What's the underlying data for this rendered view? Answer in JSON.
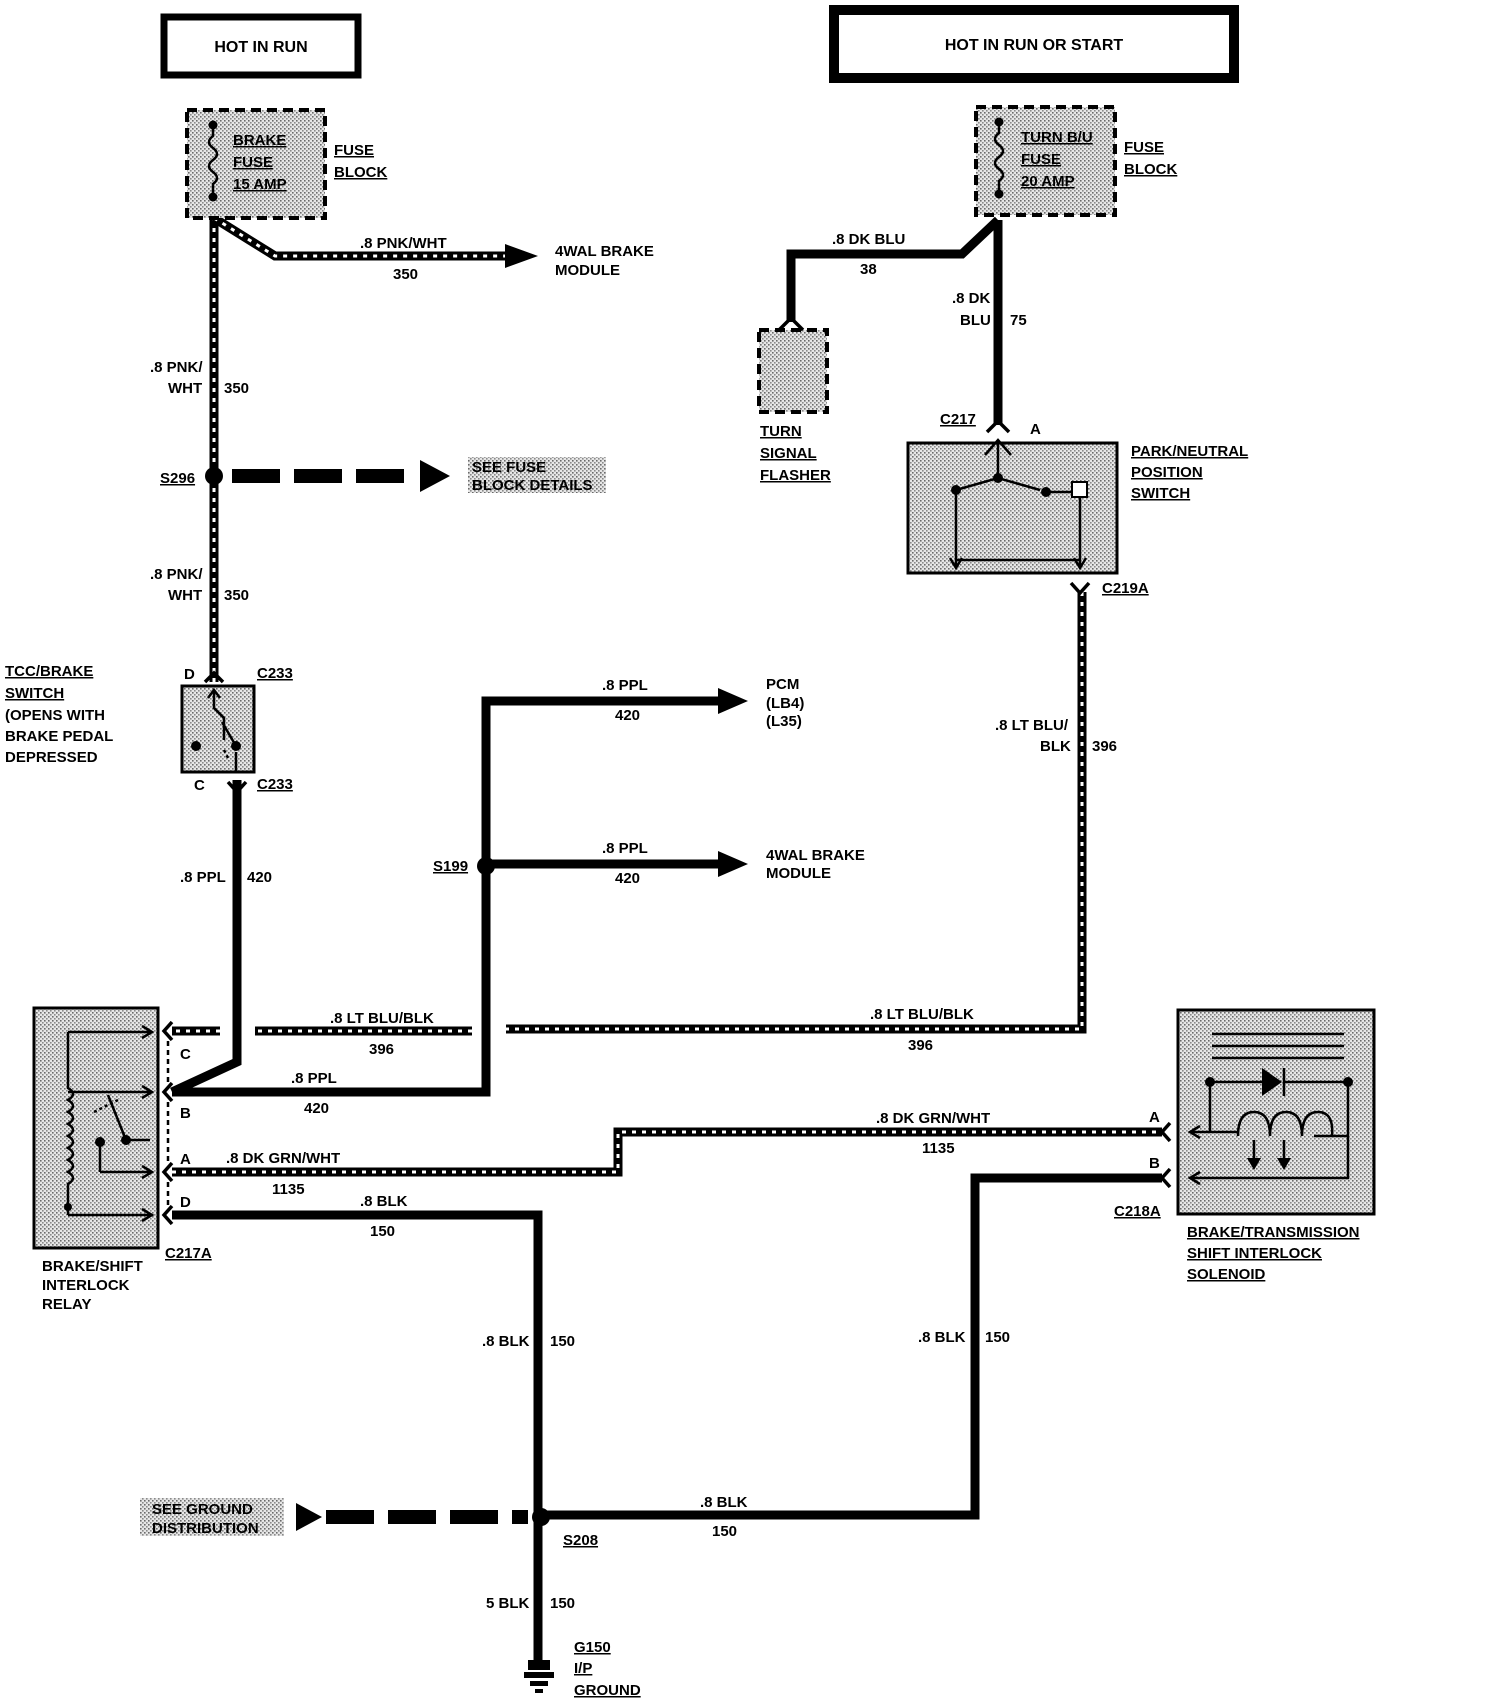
{
  "headers": {
    "left": "HOT IN RUN",
    "right": "HOT IN RUN OR START"
  },
  "fuses": {
    "brake": {
      "lines": [
        "BRAKE",
        "FUSE",
        "15 AMP"
      ],
      "label": [
        "FUSE",
        "BLOCK"
      ]
    },
    "turn": {
      "lines": [
        "TURN B/U",
        "FUSE",
        "20 AMP"
      ],
      "label": [
        "FUSE",
        "BLOCK"
      ]
    }
  },
  "components": {
    "turn_signal_flasher": [
      "TURN",
      "SIGNAL",
      "FLASHER"
    ],
    "park_neutral_switch": [
      "PARK/NEUTRAL",
      "POSITION",
      "SWITCH"
    ],
    "tcc_brake_switch": [
      "TCC/BRAKE",
      "SWITCH",
      "(OPENS WITH",
      "BRAKE PEDAL",
      "DEPRESSED"
    ],
    "brake_shift_relay": [
      "BRAKE/SHIFT",
      "INTERLOCK",
      "RELAY"
    ],
    "shift_interlock_solenoid": [
      "BRAKE/TRANSMISSION",
      "SHIFT INTERLOCK",
      "SOLENOID"
    ],
    "ground": [
      "G150",
      "I/P",
      "GROUND"
    ],
    "pcm": [
      "PCM",
      "(LB4)",
      "(L35)"
    ],
    "wal_module_top": [
      "4WAL BRAKE",
      "MODULE"
    ],
    "wal_module_mid": [
      "4WAL BRAKE",
      "MODULE"
    ]
  },
  "references": {
    "fuse_details": [
      "SEE FUSE",
      "BLOCK DETAILS"
    ],
    "ground_distribution": [
      "SEE GROUND",
      "DISTRIBUTION"
    ]
  },
  "connectors": {
    "c233_top": "C233",
    "c233_bottom": "C233",
    "c217": "C217",
    "c219a": "C219A",
    "c217a": "C217A",
    "c218a": "C218A"
  },
  "pins": {
    "tcc_d": "D",
    "tcc_c": "C",
    "pns_a": "A",
    "relay_c": "C",
    "relay_b": "B",
    "relay_a": "A",
    "relay_d": "D",
    "sol_a": "A",
    "sol_b": "B"
  },
  "splices": {
    "s296": "S296",
    "s199": "S199",
    "s208": "S208"
  },
  "wires": {
    "pnk_wht_top": {
      "color": ".8  PNK/WHT",
      "circuit": "350"
    },
    "pnk_wht_v1": {
      "color": [
        ".8 PNK/",
        "WHT"
      ],
      "circuit": "350"
    },
    "pnk_wht_v2": {
      "color": [
        ".8 PNK/",
        "WHT"
      ],
      "circuit": "350"
    },
    "dk_blu_38": {
      "color": ".8 DK BLU",
      "circuit": "38"
    },
    "dk_blu_75": {
      "color": [
        ".8 DK",
        "BLU"
      ],
      "circuit": "75"
    },
    "ppl_pcm": {
      "color": ".8  PPL",
      "circuit": "420"
    },
    "ppl_wal": {
      "color": ".8  PPL",
      "circuit": "420"
    },
    "ppl_v": {
      "color": ".8 PPL",
      "circuit": "420"
    },
    "ppl_relay": {
      "color": ".8  PPL",
      "circuit": "420"
    },
    "ltblu_v": {
      "color": [
        ".8 LT BLU/",
        "BLK"
      ],
      "circuit": "396"
    },
    "ltblu_h1": {
      "color": ".8 LT BLU/BLK",
      "circuit": "396"
    },
    "ltblu_h2": {
      "color": ".8 LT BLU/BLK",
      "circuit": "396"
    },
    "dkgrn_right": {
      "color": ".8 DK GRN/WHT",
      "circuit": "1135"
    },
    "dkgrn_left": {
      "color": ".8 DK GRN/WHT",
      "circuit": "1135"
    },
    "blk_relay": {
      "color": ".8 BLK",
      "circuit": "150"
    },
    "blk_v_left": {
      "color": ".8 BLK",
      "circuit": "150"
    },
    "blk_v_right": {
      "color": ".8 BLK",
      "circuit": "150"
    },
    "blk_h": {
      "color": ".8 BLK",
      "circuit": "150"
    },
    "blk_ground": {
      "color": "5 BLK",
      "circuit": "150"
    }
  }
}
